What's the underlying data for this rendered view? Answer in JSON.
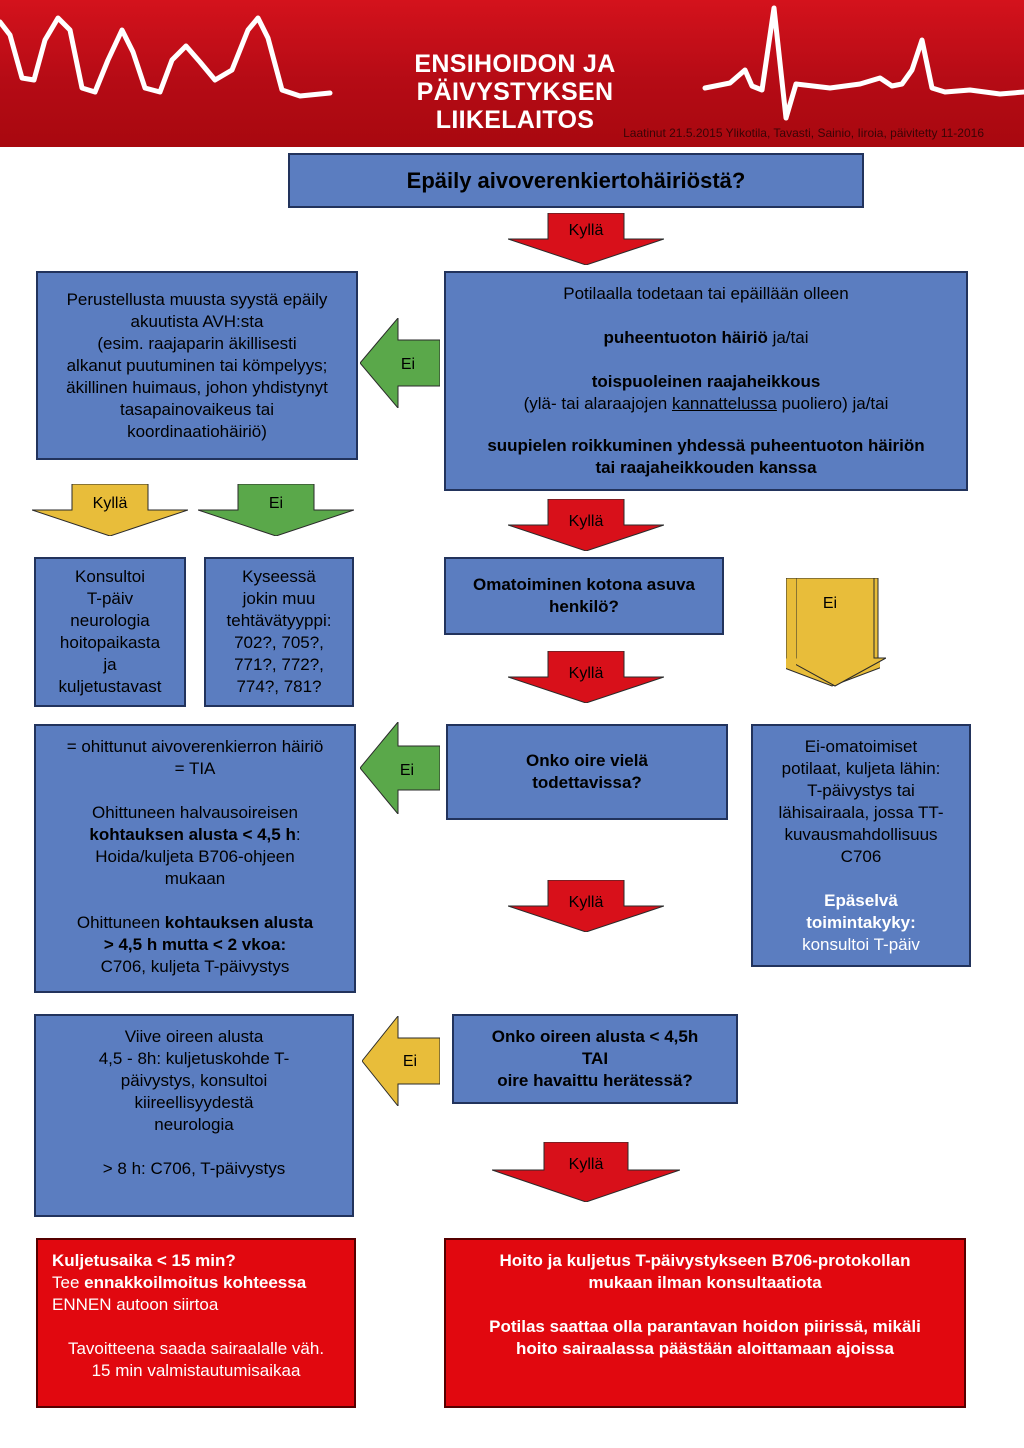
{
  "header": {
    "org_line1": "ENSIHOIDON JA",
    "org_line2": "PÄIVYSTYKSEN LIIKELAITOS",
    "credit": "Laatinut 21.5.2015 Ylikotila, Tavasti, Sainio, Iiroia, päivitetty 11-2016"
  },
  "labels": {
    "yes": "Kyllä",
    "no": "Ei"
  },
  "colors": {
    "blue_box": "#5b7dc0",
    "red_box": "#e1080f",
    "red_arrow": "#d8101a",
    "green_arrow": "#5aa84a",
    "yellow_arrow": "#e8bd3a"
  },
  "question_top": "Epäily aivoverenkiertohäiriöstä?",
  "box_other_cause": {
    "l1": "Perustellusta muusta syystä epäily",
    "l2": "akuutista AVH:sta",
    "l3": "(esim. raajaparin äkillisesti",
    "l4": "alkanut puutuminen tai kömpelyys;",
    "l5": "äkillinen huimaus, johon yhdistynyt",
    "l6": "tasapainovaikeus tai",
    "l7": "koordinaatiohäiriö)"
  },
  "box_symptoms": {
    "intro": "Potilaalla todetaan tai epäillään olleen",
    "s1": "puheentuoton häiriö",
    "s1_suffix": " ja/tai",
    "s2": "toispuoleinen raajaheikkous",
    "s2_detail_a": "(ylä- tai alaraajojen ",
    "s2_detail_u": "kannattelussa",
    "s2_detail_b": " puoliero) ja/tai",
    "s3_l1": "suupielen roikkuminen yhdessä puheentuoton häiriön",
    "s3_l2": "tai raajaheikkouden kanssa"
  },
  "box_consult": {
    "l1": "Konsultoi",
    "l2": "T-päiv",
    "l3": "neurologia",
    "l4": "hoitopaikasta",
    "l5": "ja",
    "l6": "kuljetustavast"
  },
  "box_other_task": {
    "l1": "Kyseessä",
    "l2": "jokin muu",
    "l3": "tehtävätyyppi:",
    "l4": "702?, 705?,",
    "l5": "771?, 772?,",
    "l6": "774?,  781?"
  },
  "box_independent": {
    "l1": "Omatoiminen kotona asuva",
    "l2": "henkilö?"
  },
  "box_tia": {
    "l1": "= ohittunut aivoverenkierron häiriö",
    "l2": "= TIA",
    "l3": "Ohittuneen halvausoireisen",
    "l4": "kohtauksen alusta < 4,5 h",
    "l4_suffix": ":",
    "l5": "Hoida/kuljeta B706-ohjeen",
    "l6": "mukaan",
    "l7_prefix": "Ohittuneen ",
    "l7": "kohtauksen alusta",
    "l8": "> 4,5 h mutta < 2 vkoa:",
    "l9": "C706, kuljeta T-päivystys"
  },
  "box_still_present": {
    "l1": "Onko oire vielä",
    "l2": "todettavissa?"
  },
  "box_not_independent": {
    "l1": "Ei-omatoimiset",
    "l2": "potilaat, kuljeta lähin:",
    "l3": "T-päivystys tai",
    "l4": "lähisairaala, jossa TT-",
    "l5": "kuvausmahdollisuus",
    "l6": "C706",
    "l7": "Epäselvä",
    "l8": "toimintakyky:",
    "l9": "konsultoi T-päiv"
  },
  "box_delay": {
    "l1": "Viive oireen alusta",
    "l2": "4,5 - 8h: kuljetuskohde T-",
    "l3": "päivystys, konsultoi",
    "l4": "kiireellisyydestä",
    "l5": "neurologia",
    "l6": "> 8 h: C706, T-päivystys"
  },
  "box_onset": {
    "l1": "Onko oireen alusta < 4,5h",
    "l2": "TAI",
    "l3": "oire havaittu herätessä?"
  },
  "box_transport_time": {
    "l1": "Kuljetusaika < 15 min?",
    "l2_prefix": "Tee ",
    "l2": "ennakkoilmoitus kohteessa",
    "l3": "ENNEN autoon siirtoa",
    "l4": "Tavoitteena saada sairaalalle väh.",
    "l5": "15 min valmistautumisaikaa"
  },
  "box_final": {
    "l1": "Hoito ja kuljetus T-päivystykseen B706-protokollan",
    "l2": "mukaan ilman konsultaatiota",
    "l3": "Potilas saattaa olla parantavan hoidon piirissä, mikäli",
    "l4": "hoito sairaalassa päästään aloittamaan ajoissa"
  }
}
